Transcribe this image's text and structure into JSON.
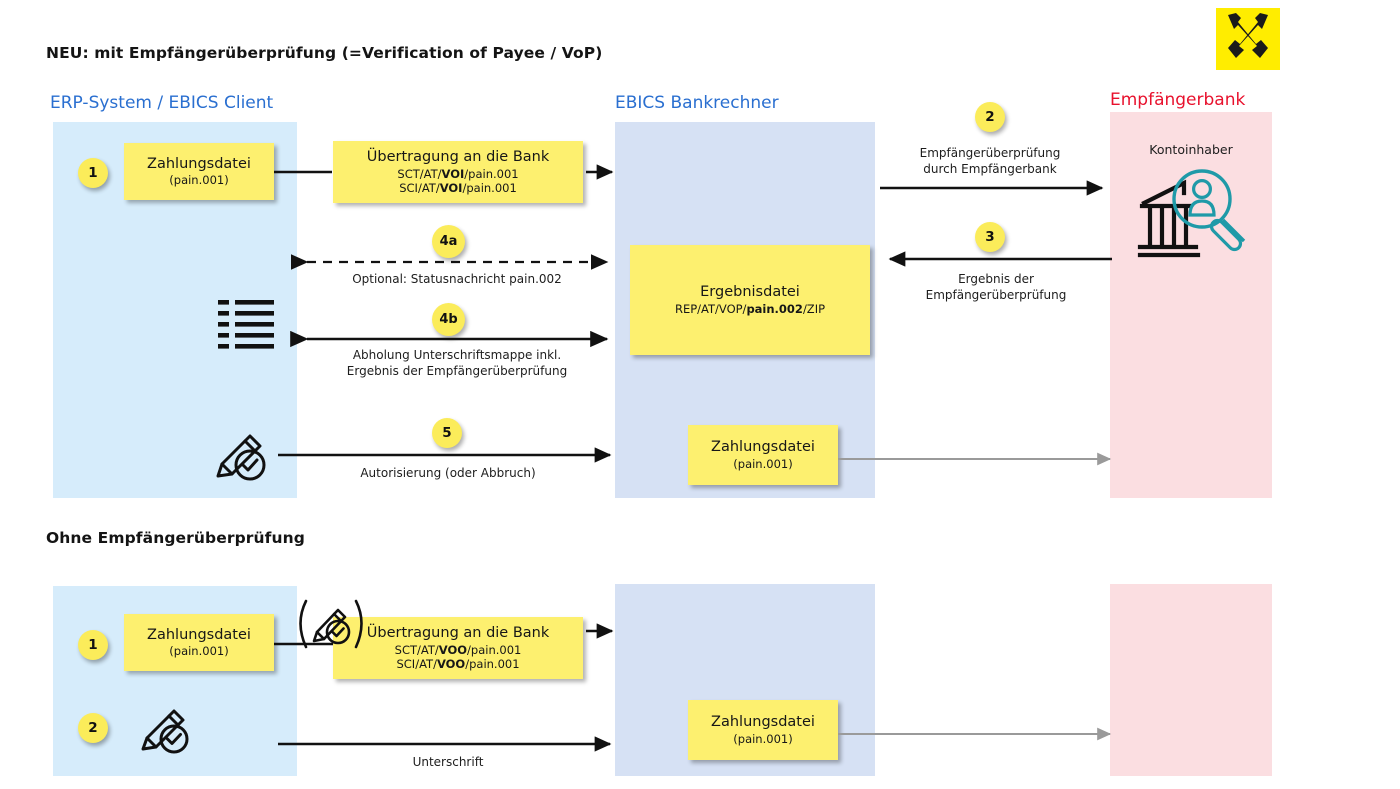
{
  "page": {
    "logo_name": "raiffeisen-logo"
  },
  "section_top": {
    "title": "NEU: mit Empfängerüberprüfung (=Verification of Payee / VoP)",
    "lanes": [
      {
        "label": "ERP-System / EBICS Client",
        "color": "#2a6fd0",
        "fill": "#d6ecfb"
      },
      {
        "label": "EBICS Bankrechner",
        "color": "#2a6fd0",
        "fill": "#d6e1f4"
      },
      {
        "label": "Empfängerbank",
        "color": "#e8112d",
        "fill": "#fbdee1"
      }
    ],
    "steps": [
      {
        "id": "1",
        "label": "1"
      },
      {
        "id": "2",
        "label": "2"
      },
      {
        "id": "3",
        "label": "3"
      },
      {
        "id": "4a",
        "label": "4a"
      },
      {
        "id": "4b",
        "label": "4b"
      },
      {
        "id": "5",
        "label": "5"
      }
    ],
    "boxes": {
      "payment_file": {
        "title": "Zahlungsdatei",
        "subtitle": "(pain.001)"
      },
      "transfer": {
        "title": "Übertragung an die Bank",
        "line1_pre": "SCT/AT/",
        "line1_bold": "VOI",
        "line1_post": "/pain.001",
        "line2_pre": "SCI/AT/",
        "line2_bold": "VOI",
        "line2_post": "/pain.001"
      },
      "result_file": {
        "title": "Ergebnisdatei",
        "sub_pre": "REP/AT/VOP/",
        "sub_bold": "pain.002",
        "sub_post": "/ZIP"
      },
      "payment_file_bank": {
        "title": "Zahlungsdatei",
        "subtitle": "(pain.001)"
      }
    },
    "captions": {
      "vop_request": "Empfängerüberprüfung\ndurch Empfängerbank",
      "vop_result": "Ergebnis der\nEmpfängerüberprüfung",
      "status_msg": "Optional: Statusnachricht pain.002",
      "pickup": "Abholung Unterschriftsmappe inkl.\nErgebnis der Empfängerüberprüfung",
      "authorization": "Autorisierung (oder Abbruch)"
    },
    "bank_icon_label": "Kontoinhaber"
  },
  "section_bottom": {
    "title": "Ohne Empfängerüberprüfung",
    "steps": [
      {
        "id": "1",
        "label": "1"
      },
      {
        "id": "2",
        "label": "2"
      }
    ],
    "boxes": {
      "payment_file": {
        "title": "Zahlungsdatei",
        "subtitle": "(pain.001)"
      },
      "transfer": {
        "title": "Übertragung an die Bank",
        "line1_pre": "SCT/AT/",
        "line1_bold": "VOO",
        "line1_post": "/pain.001",
        "line2_pre": "SCI/AT/",
        "line2_bold": "VOO",
        "line2_post": "/pain.001"
      },
      "payment_file_bank": {
        "title": "Zahlungsdatei",
        "subtitle": "(pain.001)"
      }
    },
    "captions": {
      "signature": "Unterschrift"
    }
  },
  "icons": {
    "list": "list-icon",
    "signature": "signature-pen-icon",
    "signature_optional": "signature-pen-optional-icon",
    "bank_magnifier": "bank-account-holder-magnifier-icon"
  },
  "colors": {
    "note_yellow": "#fdf06f",
    "step_yellow": "#fbec5a",
    "lane_blue_light": "#d6ecfb",
    "lane_blue": "#d6e1f4",
    "lane_pink": "#fbdee1",
    "label_blue": "#2a6fd0",
    "label_red": "#e8112d",
    "teal": "#1f9aa8",
    "logo_yellow": "#ffed00",
    "gray_arrow": "#9a9a9a"
  }
}
